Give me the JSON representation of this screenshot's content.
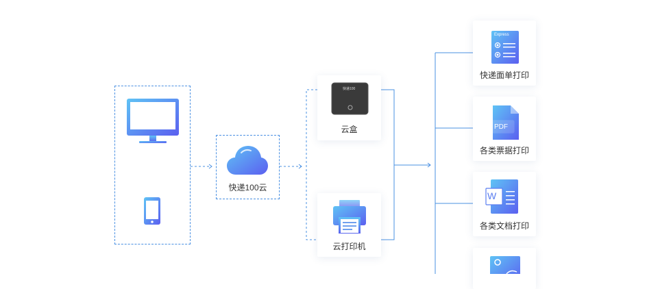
{
  "devices": {
    "monitor_icon": "monitor-icon",
    "phone_icon": "phone-icon"
  },
  "cloud": {
    "label": "快递100云",
    "icon": "cloud-icon"
  },
  "hardware": {
    "box_label": "云盒",
    "box_device_text": "快递100",
    "printer_label": "云打印机"
  },
  "outputs": [
    {
      "label": "快递面单打印",
      "icon": "express-doc-icon",
      "badge": "Express"
    },
    {
      "label": "各类票据打印",
      "icon": "pdf-doc-icon",
      "badge": "PDF"
    },
    {
      "label": "各类文档打印",
      "icon": "word-doc-icon",
      "badge": "W"
    },
    {
      "label": "",
      "icon": "image-doc-icon",
      "badge": ""
    }
  ],
  "colors": {
    "accent": "#4a90e2",
    "gradient_start": "#5fc3f5",
    "gradient_end": "#5b5ff0"
  }
}
